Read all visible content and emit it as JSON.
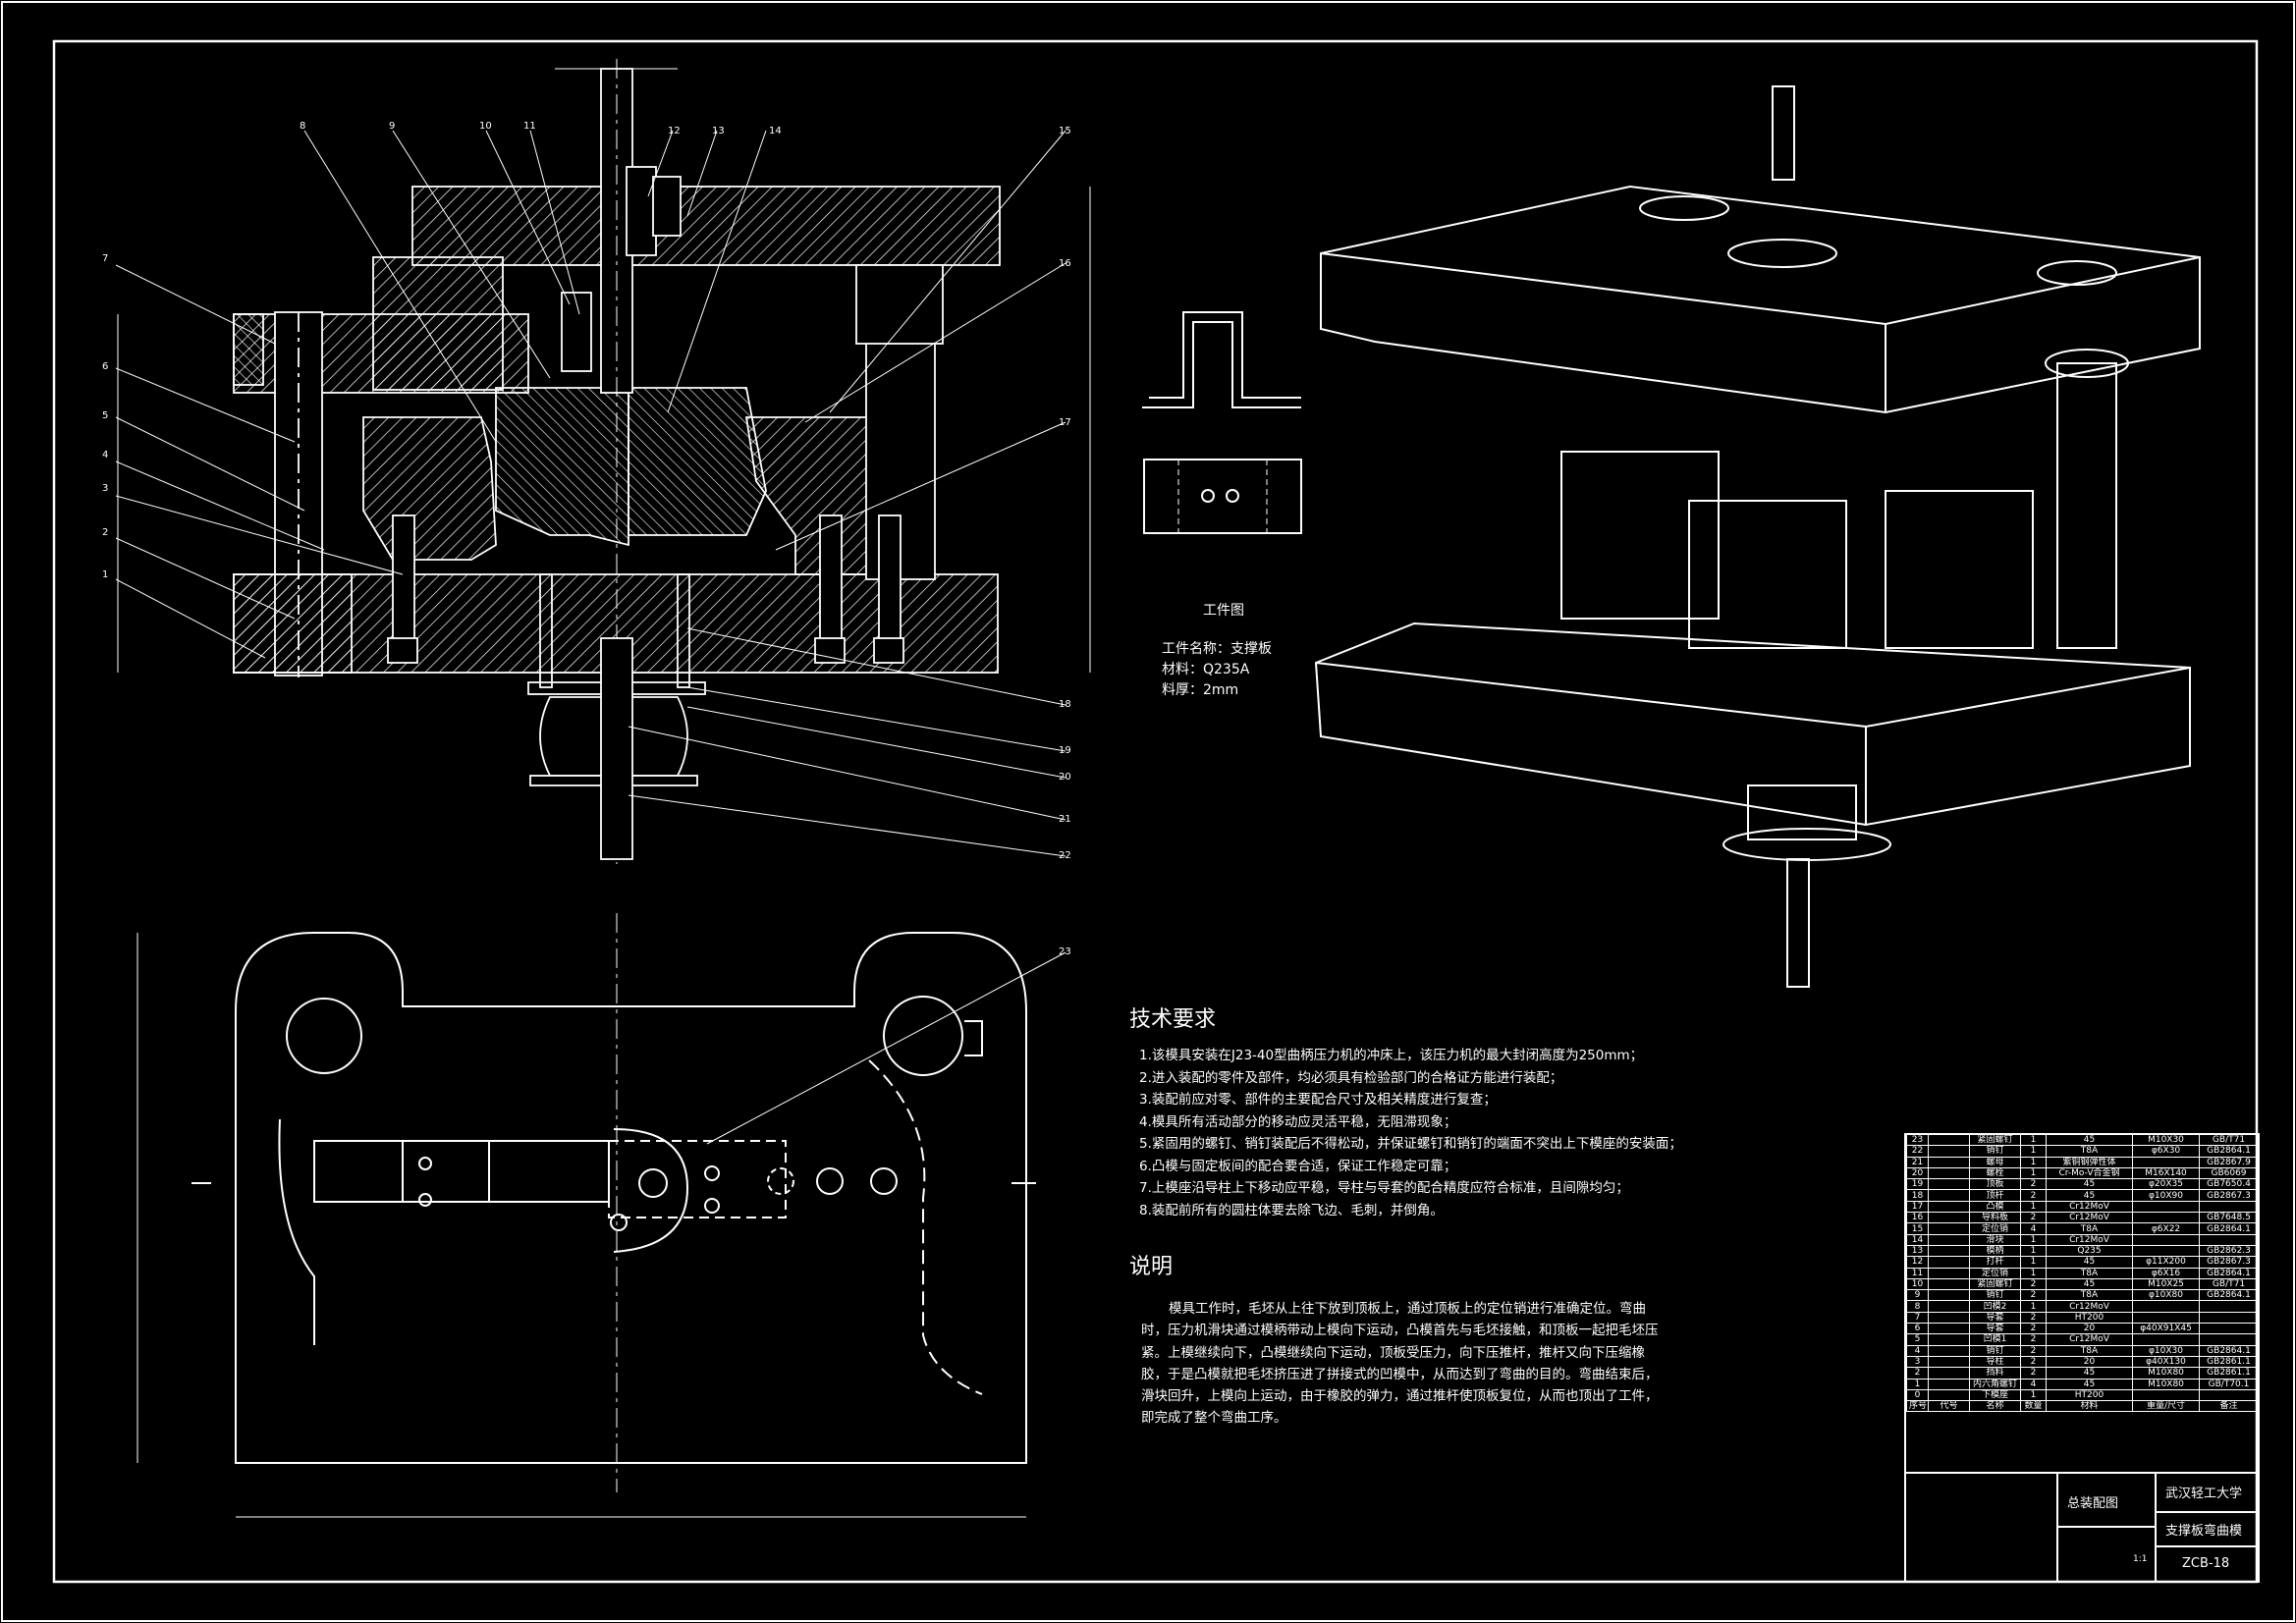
{
  "workpiece": {
    "title": "工件图",
    "name": "工件名称：支撑板",
    "material": "材料：Q235A",
    "thickness": "料厚：2mm"
  },
  "tech_requirements": {
    "title": "技术要求",
    "lines": [
      "1.该模具安装在J23-40型曲柄压力机的冲床上，该压力机的最大封闭高度为250mm；",
      "2.进入装配的零件及部件，均必须具有检验部门的合格证方能进行装配；",
      "3.装配前应对零、部件的主要配合尺寸及相关精度进行复查；",
      "4.模具所有活动部分的移动应灵活平稳，无阻滞现象；",
      "5.紧固用的螺钉、销钉装配后不得松动，并保证螺钉和销钉的端面不突出上下模座的安装面；",
      "6.凸模与固定板间的配合要合适，保证工作稳定可靠；",
      "7.上模座沿导柱上下移动应平稳，导柱与导套的配合精度应符合标准，且间隙均匀；",
      "8.装配前所有的圆柱体要去除飞边、毛刺，并倒角。"
    ]
  },
  "description": {
    "title": "说明",
    "text": "模具工作时，毛坯从上往下放到顶板上，通过顶板上的定位销进行准确定位。弯曲时，压力机滑块通过模柄带动上模向下运动，凸模首先与毛坯接触，和顶板一起把毛坯压紧。上模继续向下，凸模继续向下运动，顶板受压力，向下压推杆，推杆又向下压缩橡胶，于是凸模就把毛坯挤压进了拼接式的凹模中，从而达到了弯曲的目的。弯曲结束后，滑块回升，上模向上运动，由于橡胶的弹力，通过推杆使顶板复位，从而也顶出了工件，即完成了整个弯曲工序。"
  },
  "bom": {
    "rows": [
      [
        "23",
        "紧固螺钉",
        "1",
        "45",
        "M10X30",
        "GB/T71"
      ],
      [
        "22",
        "销钉",
        "1",
        "T8A",
        "φ6X30",
        "GB2864.1"
      ],
      [
        "21",
        "螺母",
        "1",
        "紫铜钢弹性体",
        "",
        "GB2867.9"
      ],
      [
        "20",
        "螺栓",
        "1",
        "Cr-Mo-V合金钢",
        "M16X140",
        "GB6069"
      ],
      [
        "19",
        "顶板",
        "2",
        "45",
        "φ20X35",
        "GB7650.4"
      ],
      [
        "18",
        "顶杆",
        "2",
        "45",
        "φ10X90",
        "GB2867.3"
      ],
      [
        "17",
        "凸模",
        "1",
        "Cr12MoV",
        "",
        ""
      ],
      [
        "16",
        "导料板",
        "2",
        "Cr12MoV",
        "",
        "GB7648.5"
      ],
      [
        "15",
        "定位销",
        "4",
        "T8A",
        "φ6X22",
        "GB2864.1"
      ],
      [
        "14",
        "滑块",
        "1",
        "Cr12MoV",
        "",
        ""
      ],
      [
        "13",
        "模柄",
        "1",
        "Q235",
        "",
        "GB2862.3"
      ],
      [
        "12",
        "打杆",
        "1",
        "45",
        "φ11X200",
        "GB2867.3"
      ],
      [
        "11",
        "定位销",
        "1",
        "T8A",
        "φ6X16",
        "GB2864.1"
      ],
      [
        "10",
        "紧固螺钉",
        "2",
        "45",
        "M10X25",
        "GB/T71"
      ],
      [
        "9",
        "销钉",
        "2",
        "T8A",
        "φ10X80",
        "GB2864.1"
      ],
      [
        "8",
        "凹模2",
        "1",
        "Cr12MoV",
        "",
        ""
      ],
      [
        "7",
        "导套",
        "2",
        "HT200",
        "",
        ""
      ],
      [
        "6",
        "导套",
        "2",
        "20",
        "φ40X91X45",
        ""
      ],
      [
        "5",
        "凹模1",
        "2",
        "Cr12MoV",
        "",
        ""
      ],
      [
        "4",
        "销钉",
        "2",
        "T8A",
        "φ10X30",
        "GB2864.1"
      ],
      [
        "3",
        "导柱",
        "2",
        "20",
        "φ40X130",
        "GB2861.1"
      ],
      [
        "2",
        "挡料",
        "2",
        "45",
        "M10X80",
        "GB2861.1"
      ],
      [
        "1",
        "内六角螺钉",
        "4",
        "45",
        "M10X80",
        "GB/T70.1"
      ],
      [
        "0",
        "下模座",
        "1",
        "HT200",
        "",
        ""
      ]
    ],
    "header": [
      "序号",
      "代号",
      "名称",
      "数量",
      "材料",
      "重量/尺寸",
      "备注"
    ]
  },
  "title_block": {
    "drawing": "总装配图",
    "school": "武汉轻工大学",
    "part": "支撑板弯曲模",
    "code": "ZCB-18",
    "scale": "1:1"
  },
  "callouts": [
    "1",
    "2",
    "3",
    "4",
    "5",
    "6",
    "7",
    "8",
    "9",
    "10",
    "11",
    "12",
    "13",
    "14",
    "15",
    "16",
    "17",
    "18",
    "19",
    "20",
    "21",
    "22",
    "23"
  ]
}
